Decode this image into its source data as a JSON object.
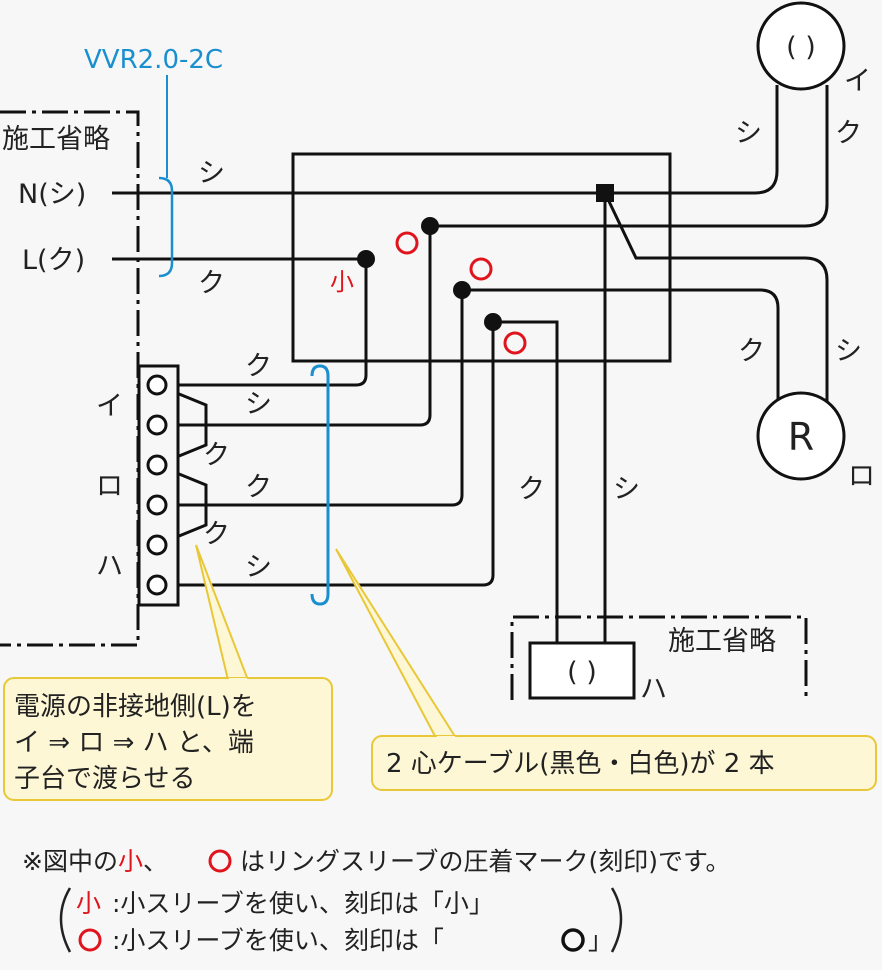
{
  "cable": {
    "type": "VVR2.0-2C"
  },
  "omit_label": "施工省略",
  "supply": {
    "n_label": "N(シ)",
    "l_label": "L(ク)"
  },
  "wire_colors": {
    "white": "シ",
    "black": "ク"
  },
  "terminal_labels": {
    "i": "イ",
    "ro": "ロ",
    "ha": "ハ"
  },
  "fixtures": {
    "outlet_symbol": "(  )",
    "lamp_r_symbol": "R",
    "lamp_ha_symbol": "(  )"
  },
  "sleeve_mark_small": "小",
  "callouts": {
    "terminal_note_lines": [
      "電源の非接地側(L)を",
      "イ ⇒ ロ ⇒ ハ と、端",
      "子台で渡らせる"
    ],
    "cable_note": "2 心ケーブル(黒色・白色)が 2 本"
  },
  "notes": {
    "line1_prefix": "※図中の",
    "line1_small": "小",
    "line1_sep": "、",
    "line1_suffix": "はリングスリーブの圧着マーク(刻印)です。",
    "line2_mark": "小",
    "line2_text": ":小スリーブを使い、刻印は「小」",
    "line3_text": ":小スリーブを使い、刻印は「",
    "line3_close": "」"
  },
  "colors": {
    "background": "#f7f7f7",
    "wire": "#111111",
    "cable_blue": "#1a8fd0",
    "mark_red": "#e0141c",
    "callout_fill": "#fdf7d6",
    "callout_border": "#e8c838"
  }
}
